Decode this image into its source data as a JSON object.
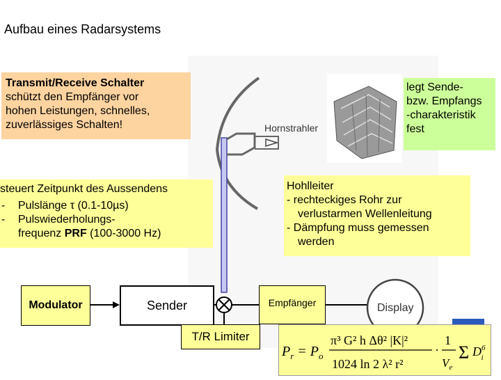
{
  "title": "Aufbau eines Radarsystems",
  "tr_note": {
    "heading": "Transmit/Receive Schalter",
    "lines": [
      "schützt den Empfänger vor",
      "hohen Leistungen, schnelles,",
      "zuverlässiges Schalten!"
    ]
  },
  "pattern_note": {
    "lines": [
      "legt Sende-",
      "bzw. Empfangs",
      "-charakteristik",
      "fest"
    ]
  },
  "modulator_note": {
    "line1": "steuert Zeitpunkt des Aussendens",
    "dash": "-",
    "item1": "Pulslänge τ (0.1-10µs)",
    "item2_line1": "Pulswiederholungs-",
    "item2_prefix": "frequenz ",
    "item2_bold": "PRF",
    "item2_suffix": " (100-3000 Hz)"
  },
  "waveguide_note": {
    "line1": "Hohlleiter",
    "line2": "- rechteckiges Rohr zur",
    "line3": "verlustarmen Wellenleitung",
    "line4": "- Dämpfung muss gemessen",
    "line5": "werden"
  },
  "blocks": {
    "modulator": "Modulator",
    "sender": "Sender",
    "empfaenger": "Empfänger",
    "tr_limiter": "T/R Limiter",
    "display": "Display",
    "hornstrahler": "Hornstrahler"
  },
  "formula": {
    "lhs": "Pr = Po",
    "numerator": "π³ G² h Δθ² |K|²",
    "denominator": "1024 ln 2 λ² r²",
    "tail": "· 1/Ve Σ Di⁶"
  },
  "colors": {
    "orange_note": "#fdd3a0",
    "green_note": "#ccff99",
    "yellow_note": "#ffff99",
    "waveguide": "#d8d8ff",
    "tab": "#2a5bbd"
  }
}
